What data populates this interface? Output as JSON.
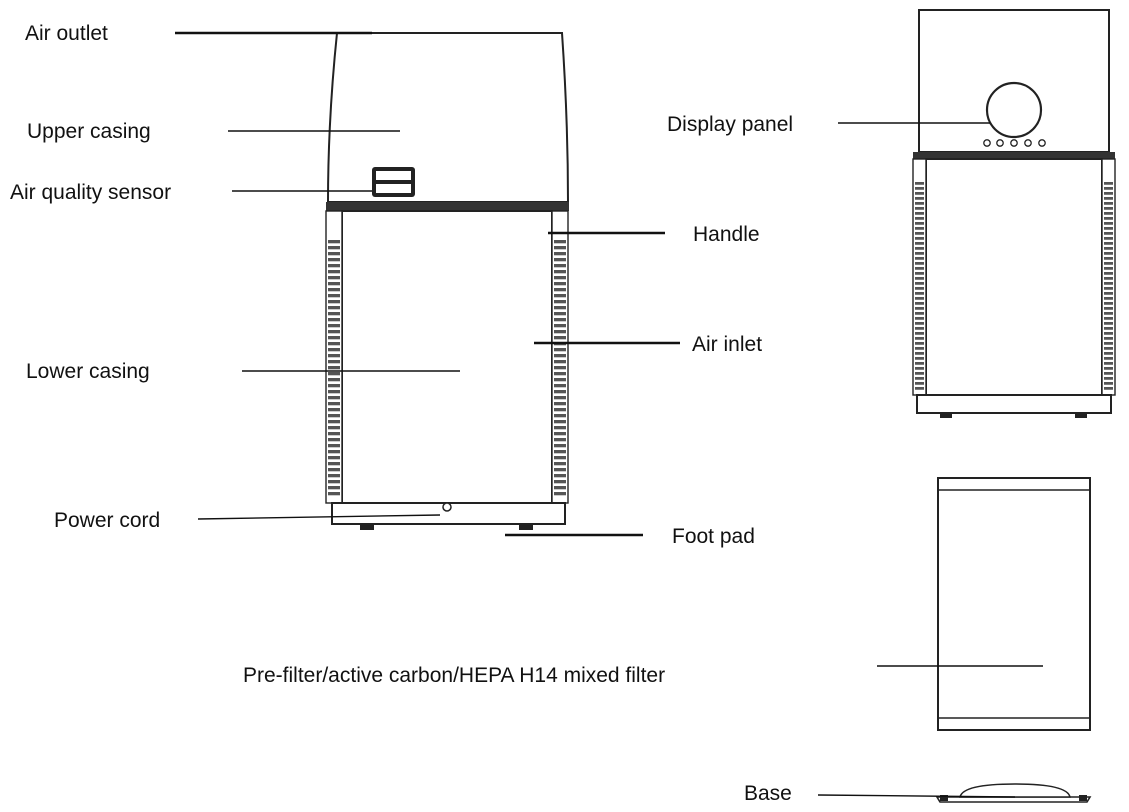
{
  "labels": {
    "air_outlet": "Air outlet",
    "upper_casing": "Upper casing",
    "air_quality_sensor": "Air quality sensor",
    "lower_casing": "Lower casing",
    "power_cord": "Power cord",
    "handle": "Handle",
    "air_inlet": "Air inlet",
    "foot_pad": "Foot pad",
    "display_panel": "Display panel",
    "mixed_filter": "Pre-filter/active carbon/HEPA H14 mixed filter",
    "base": "Base"
  }
}
